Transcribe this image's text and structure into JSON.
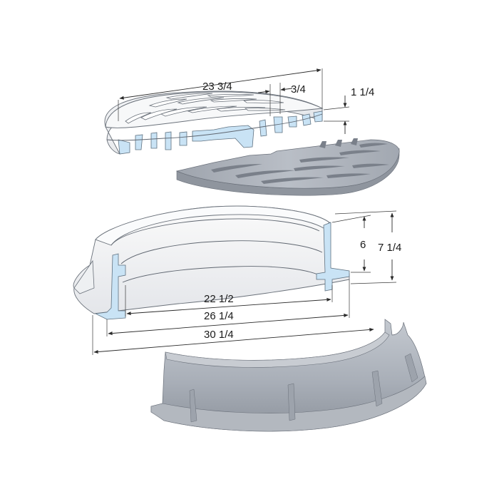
{
  "dimensions": {
    "grate_diameter": "23 3/4",
    "grate_bar_width": "3/4",
    "grate_thickness": "1 1/4",
    "frame_inner_height": "6",
    "frame_total_height": "7 1/4",
    "frame_opening": "22 1/2",
    "frame_seat": "26 1/4",
    "frame_flange": "30 1/4"
  }
}
